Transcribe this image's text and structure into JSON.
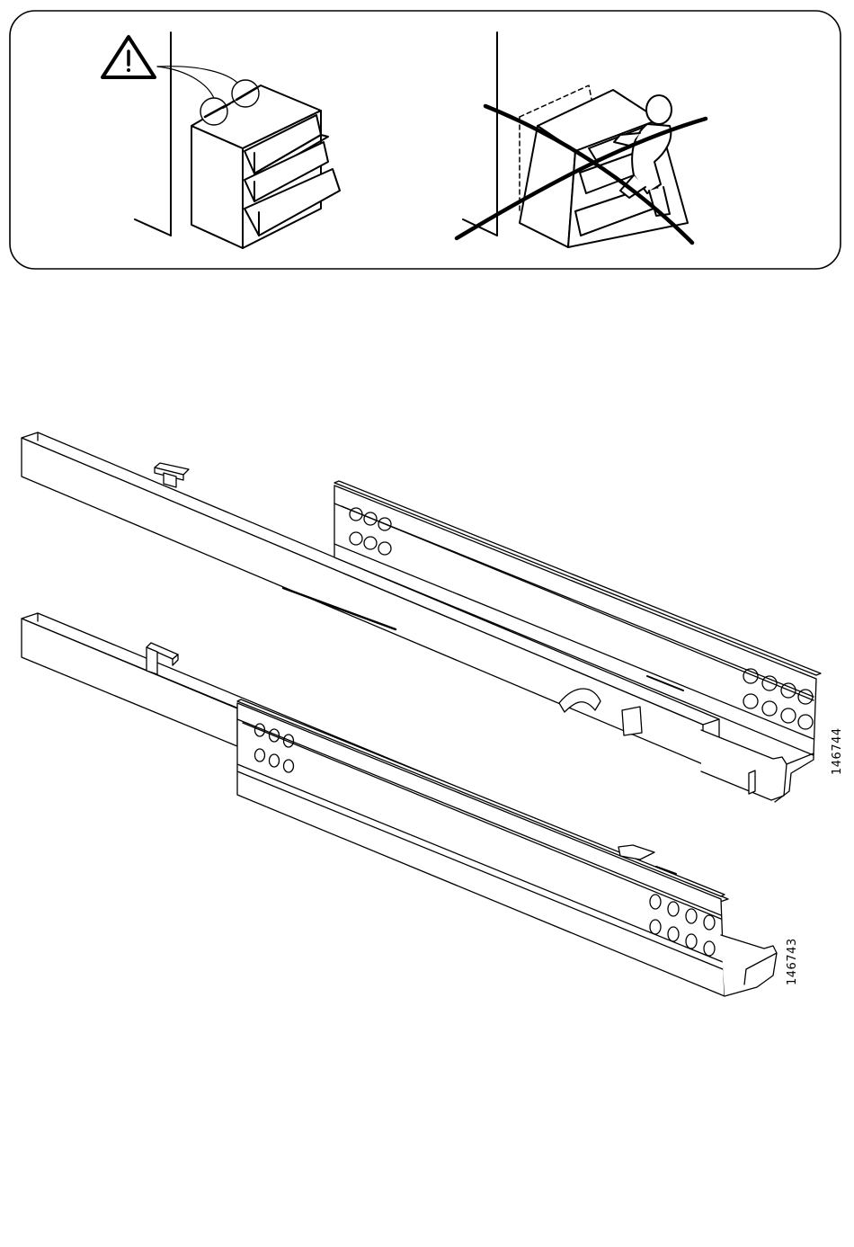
{
  "warning_panel": {
    "warning_icon": "warning-triangle-icon",
    "correct_scene": "dresser-anchored-to-wall",
    "incorrect_scene": "child-climbing-dresser-crossed-out"
  },
  "parts": {
    "top_rail_code": "146744",
    "bottom_rail_code": "146743"
  }
}
